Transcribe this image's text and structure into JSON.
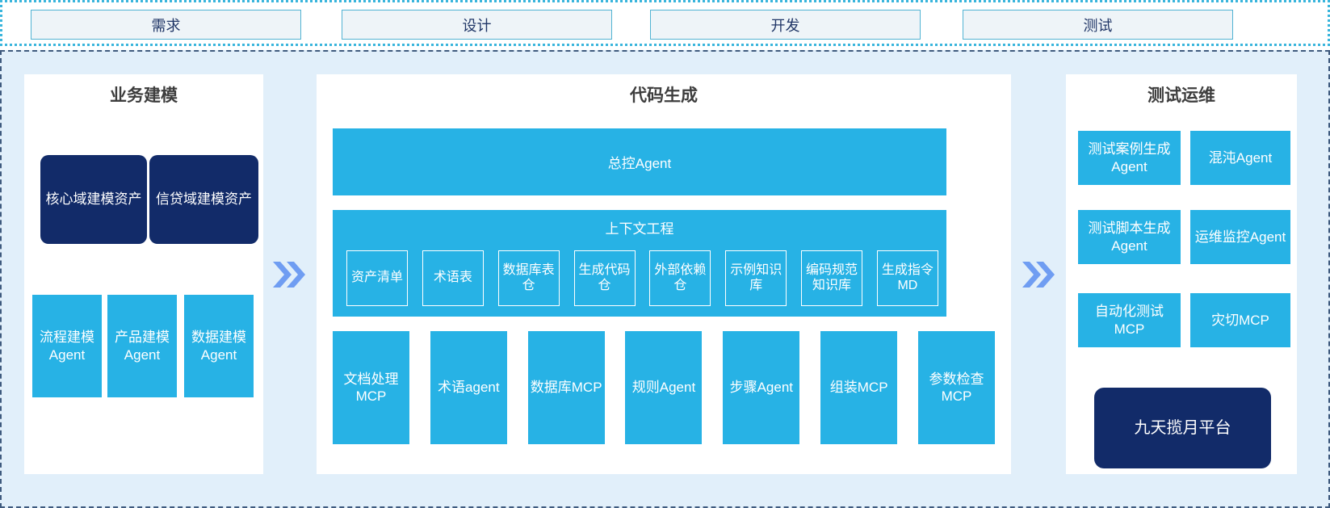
{
  "colors": {
    "cyan": "#27b2e5",
    "navy": "#122b69",
    "chevron_blue": "#6f9df2",
    "main_background": "#e1effa",
    "phase_fill": "#eef4f8",
    "phase_border": "#52b3d3",
    "strip_dot_border": "#3ab5dc",
    "main_dash_border": "#3e5a7e",
    "phase_text": "#1f3566",
    "panel_title_text": "#3d3d3d"
  },
  "phases": [
    "需求",
    "设计",
    "开发",
    "测试"
  ],
  "business": {
    "title": "业务建模",
    "assets": [
      "核心域建模资产",
      "信贷域建模资产"
    ],
    "agents": [
      "流程建模Agent",
      "产品建模Agent",
      "数据建模Agent"
    ]
  },
  "codegen": {
    "title": "代码生成",
    "master_agent": "总控Agent",
    "context": {
      "title": "上下文工程",
      "items": [
        "资产清单",
        "术语表",
        "数据库表仓",
        "生成代码仓",
        "外部依赖仓",
        "示例知识库",
        "编码规范知识库",
        "生成指令MD"
      ]
    },
    "tools": [
      "文档处理MCP",
      "术语agent",
      "数据库MCP",
      "规则Agent",
      "步骤Agent",
      "组装MCP",
      "参数检查MCP"
    ]
  },
  "testops": {
    "title": "测试运维",
    "boxes": [
      "测试案例生成Agent",
      "混沌Agent",
      "测试脚本生成Agent",
      "运维监控Agent",
      "自动化测试MCP",
      "灾切MCP"
    ],
    "platform": "九天揽月平台"
  }
}
